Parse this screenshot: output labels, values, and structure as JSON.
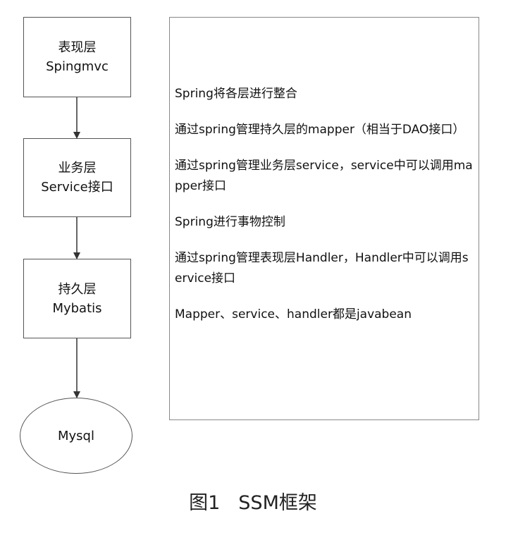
{
  "flow": {
    "presentation": {
      "line1": "表现层",
      "line2": "Spingmvc"
    },
    "business": {
      "line1": "业务层",
      "line2": "Service接口"
    },
    "persistence": {
      "line1": "持久层",
      "line2": "Mybatis"
    },
    "database": {
      "label": "Mysql"
    }
  },
  "notes": [
    "Spring将各层进行整合",
    "通过spring管理持久层的mapper（相当于DAO接口）",
    "通过spring管理业务层service，service中可以调用mapper接口",
    "Spring进行事物控制",
    "通过spring管理表现层Handler，Handler中可以调用service接口",
    "Mapper、service、handler都是javabean"
  ],
  "caption": {
    "number": "图1",
    "title": "SSM框架"
  },
  "colors": {
    "box_border": "#555555",
    "arrow": "#333333"
  }
}
